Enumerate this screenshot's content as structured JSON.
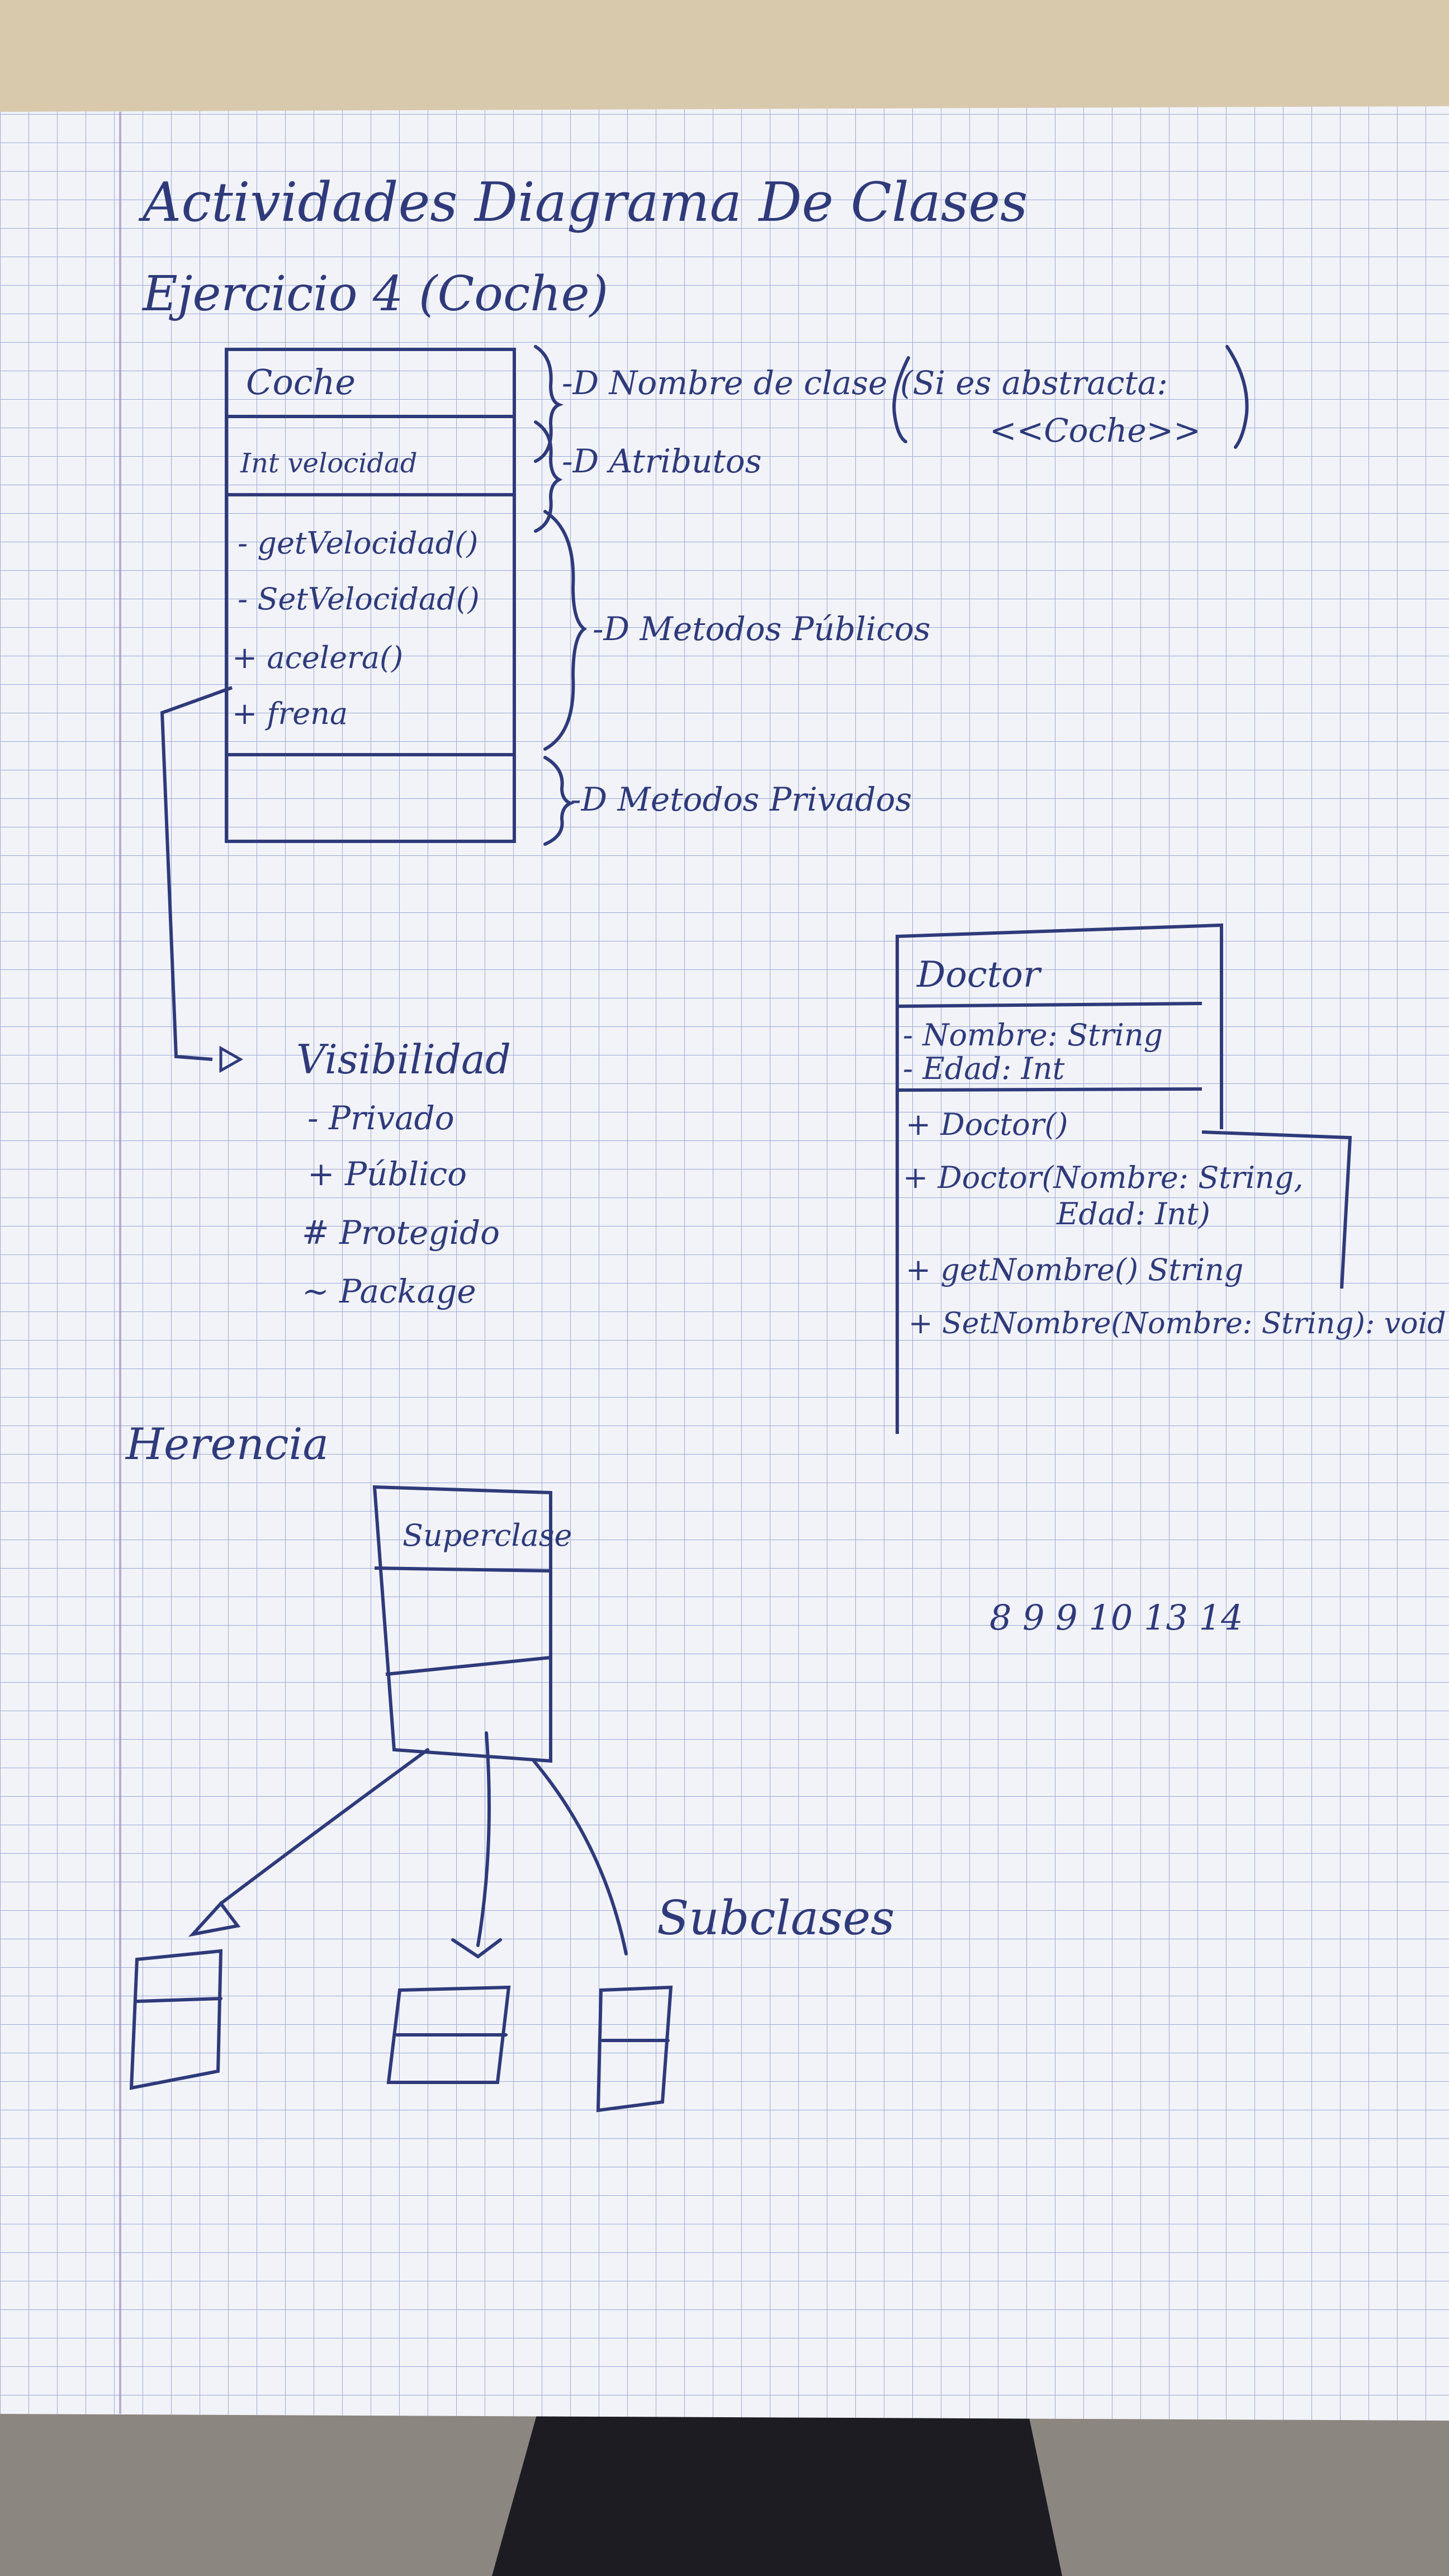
{
  "sheet": {
    "title": "Actividades Diagrama De Clases",
    "exercise": "Ejercicio 4 (Coche)"
  },
  "coche_class": {
    "name": "Coche",
    "attribute": "Int velocidad",
    "methods": [
      "- getVelocidad()",
      "- SetVelocidad()",
      "+ acelera()",
      "+ frena"
    ]
  },
  "annotations": {
    "class_name": "-D Nombre de clase",
    "abstract_note": "(Si es abstracta:",
    "abstract_example": "<<Coche>>",
    "attributes": "-D Atributos",
    "public_methods": "-D Metodos Públicos",
    "private_methods": "-D Metodos Privados"
  },
  "visibility": {
    "title": "Visibilidad",
    "items": [
      "- Privado",
      "+ Público",
      "# Protegido",
      "~ Package"
    ]
  },
  "doctor_class": {
    "name": "Doctor",
    "attributes": [
      "- Nombre: String",
      "- Edad: Int"
    ],
    "methods": [
      "+ Doctor()",
      "+ Doctor(Nombre: String,",
      "Edad: Int)",
      "+ getNombre() String",
      "+ SetNombre(Nombre: String): void"
    ]
  },
  "inheritance": {
    "title": "Herencia",
    "superclass": "Superclase",
    "subclasses_label": "Subclases"
  },
  "numbers": "8 9 9 10 13 14",
  "colors": {
    "ink": "#2f3a7a",
    "grid": "#9aa8d6",
    "paper": "#f2f3f8",
    "table": "#d8c9ad",
    "floor": "#3a3530"
  }
}
